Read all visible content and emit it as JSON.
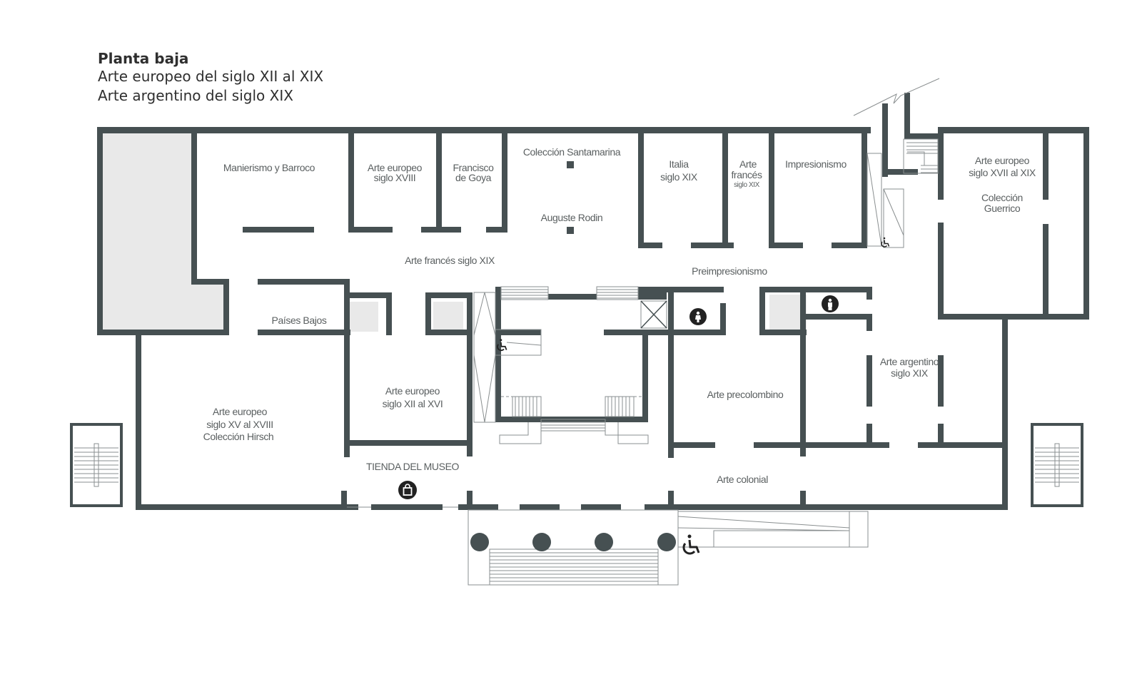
{
  "header": {
    "floor": "Planta baja",
    "line1": "Arte europeo del siglo XII al XIX",
    "line2": "Arte argentino del siglo XIX"
  },
  "rooms": {
    "manierismo": "Manierismo y Barroco",
    "arte_xviii_1": "Arte europeo",
    "arte_xviii_2": "siglo XVIII",
    "goya_1": "Francisco",
    "goya_2": "de Goya",
    "santamarina": "Colección Santamarina",
    "rodin": "Auguste Rodin",
    "italia_1": "Italia",
    "italia_2": "siglo XIX",
    "frances_1": "Arte",
    "frances_2": "francés",
    "frances_3": "siglo XIX",
    "impresionismo": "Impresionismo",
    "guerrico_1": "Arte europeo",
    "guerrico_2": "siglo XVII al XIX",
    "guerrico_3": "Colección",
    "guerrico_4": "Guerrico",
    "frances_xix": "Arte francés siglo XIX",
    "preimpresionismo": "Preimpresionismo",
    "paises_bajos": "Países Bajos",
    "hirsch_1": "Arte europeo",
    "hirsch_2": "siglo XV al XVIII",
    "hirsch_3": "Colección Hirsch",
    "xii_xvi_1": "Arte europeo",
    "xii_xvi_2": "siglo XII al XVI",
    "precolombino": "Arte precolombino",
    "argentino_1": "Arte argentino",
    "argentino_2": "siglo XIX",
    "tienda": "TIENDA DEL MUSEO",
    "colonial": "Arte colonial"
  },
  "icons": [
    "wheelchair-icon",
    "restroom-women-icon",
    "restroom-men-icon",
    "shopping-bag-icon",
    "elevator-icon"
  ],
  "colors": {
    "wall": "#465052",
    "fill_gray": "#e9e9e9",
    "text": "#5a5f60"
  }
}
